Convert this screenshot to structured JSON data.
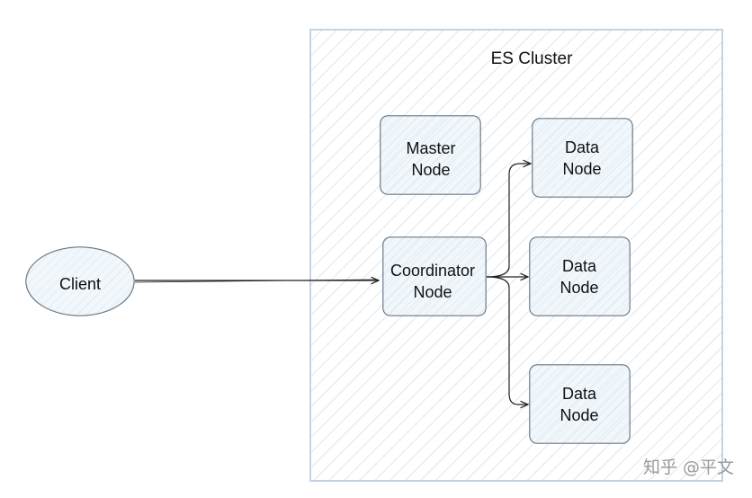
{
  "cluster": {
    "title": "ES Cluster"
  },
  "client": {
    "label": "Client"
  },
  "nodes": {
    "master": {
      "line1": "Master",
      "line2": "Node"
    },
    "coordinator": {
      "line1": "Coordinator",
      "line2": "Node"
    },
    "data": [
      {
        "line1": "Data",
        "line2": "Node"
      },
      {
        "line1": "Data",
        "line2": "Node"
      },
      {
        "line1": "Data",
        "line2": "Node"
      }
    ]
  },
  "watermark": {
    "text": "知乎 @平文"
  },
  "colors": {
    "border": "#c5d3e2",
    "node_fill": "#e6f0f8",
    "node_stroke": "#4a5a6a",
    "hatch": "#dde7f1",
    "edge": "#222222"
  }
}
